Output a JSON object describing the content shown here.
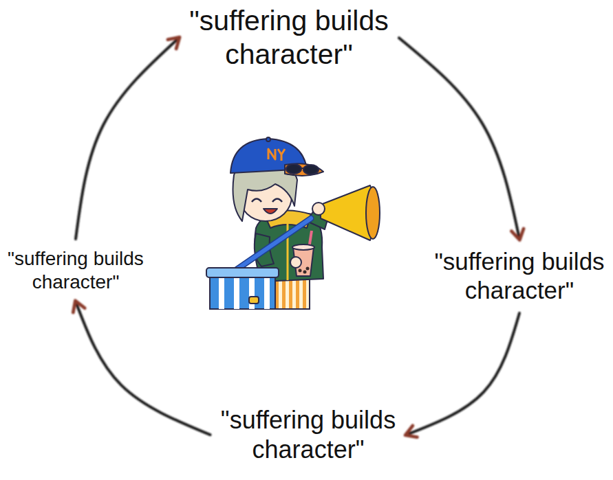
{
  "diagram": {
    "nodes": [
      {
        "text": [
          "\"suffering builds character\""
        ]
      },
      {
        "text": [
          "\"suffering builds character\""
        ]
      },
      {
        "text": [
          "\"suffering builds character\""
        ]
      },
      {
        "text": [
          "\"suffering builds character\""
        ]
      }
    ],
    "edges": [
      {
        "from": 0,
        "to": 1,
        "arrow": "to"
      },
      {
        "from": 1,
        "to": 2,
        "arrow": "to"
      },
      {
        "from": 2,
        "to": 3,
        "arrow": "to"
      },
      {
        "from": 3,
        "to": 0,
        "arrow": "to"
      }
    ]
  }
}
